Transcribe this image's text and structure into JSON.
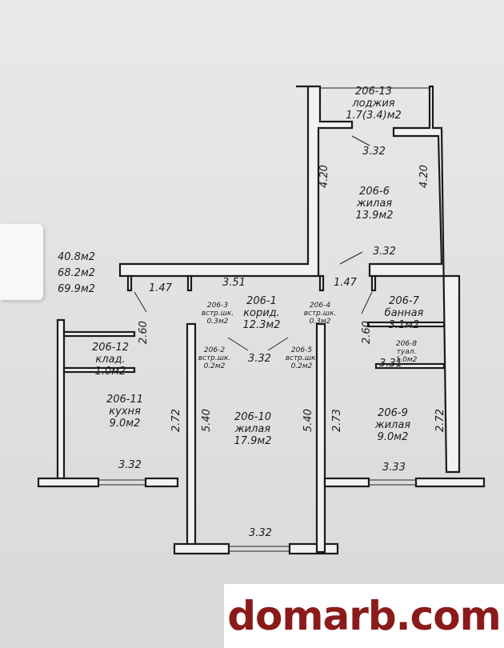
{
  "areas": {
    "living": "40.8м2",
    "total": "68.2м2",
    "total_with_loggia": "69.9м2"
  },
  "rooms": [
    {
      "id": "206-13",
      "name": "лоджия",
      "area": "1.7(3.4)м2"
    },
    {
      "id": "206-6",
      "name": "жилая",
      "area": "13.9м2"
    },
    {
      "id": "206-1",
      "name": "корид.",
      "area": "12.3м2"
    },
    {
      "id": "206-7",
      "name": "банная",
      "area": "3.1м2"
    },
    {
      "id": "206-8",
      "name": "туал.",
      "area": "1.0м2"
    },
    {
      "id": "206-3",
      "name": "встр.шк.",
      "area": "0.3м2"
    },
    {
      "id": "206-4",
      "name": "встр.шк.",
      "area": "0.3м2"
    },
    {
      "id": "206-2",
      "name": "встр.шк.",
      "area": "0.2м2"
    },
    {
      "id": "206-5",
      "name": "встр.шк.",
      "area": "0.2м2"
    },
    {
      "id": "206-12",
      "name": "клад.",
      "area": "1.0м2"
    },
    {
      "id": "206-11",
      "name": "кухня",
      "area": "9.0м2"
    },
    {
      "id": "206-10",
      "name": "жилая",
      "area": "17.9м2"
    },
    {
      "id": "206-9",
      "name": "жилая",
      "area": "9.0м2"
    }
  ],
  "dims": {
    "loggia_w": "3.32",
    "r6_left": "4.20",
    "r6_right": "4.20",
    "r6_w": "3.32",
    "corr_a": "1.47",
    "corr_b": "3.51",
    "corr_c": "1.47",
    "corr_w": "3.32",
    "left_h": "2.60",
    "right_h": "2.60",
    "kitchen_h": "2.72",
    "kitchen_w": "3.32",
    "r10_left": "5.40",
    "r10_right": "5.40",
    "r10_w": "3.32",
    "r9_left": "2.73",
    "r9_right": "2.72",
    "r9_w": "3.33",
    "r9_top": "3.31"
  },
  "watermark": "domarb.com"
}
